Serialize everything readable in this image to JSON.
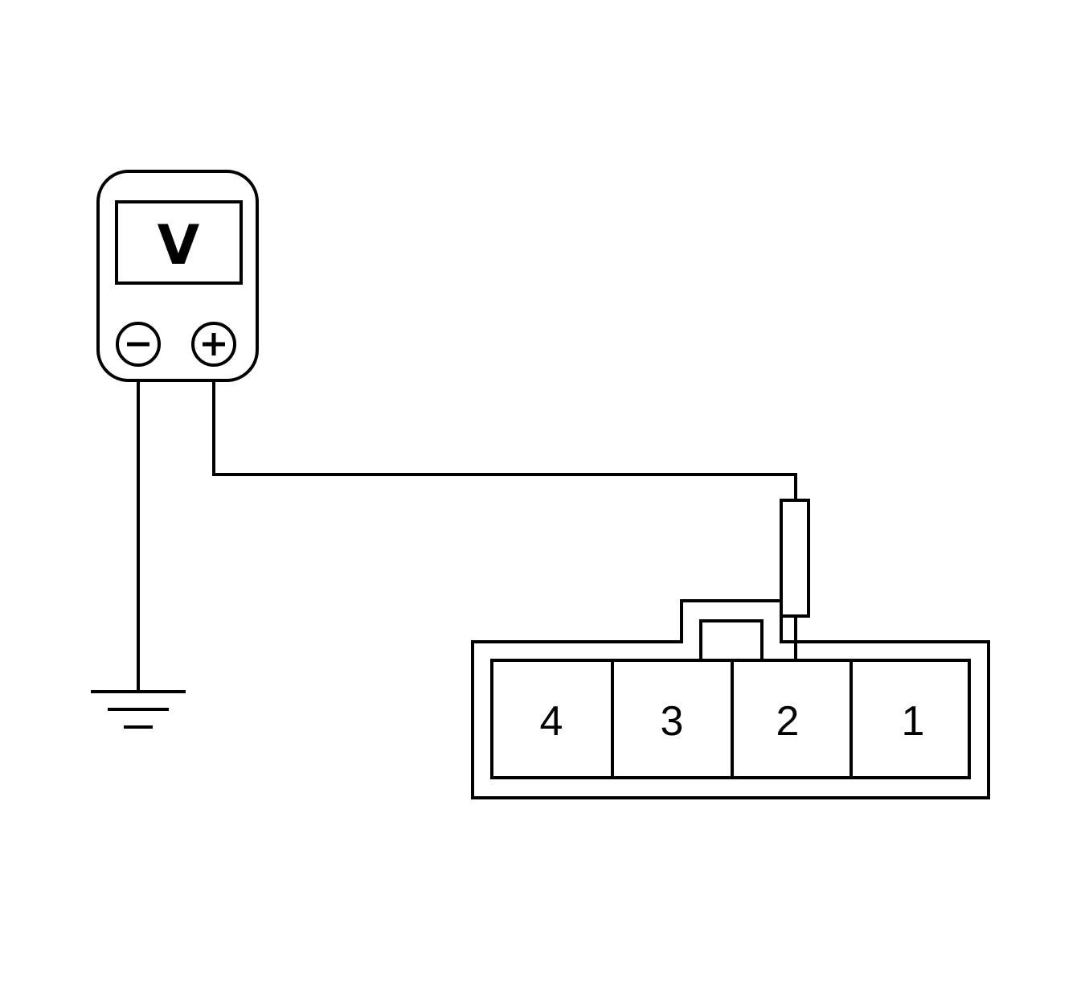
{
  "meter": {
    "display_label": "V",
    "negative_icon": "minus-circle-icon",
    "positive_icon": "plus-circle-icon"
  },
  "connector": {
    "pins": [
      {
        "label": "4"
      },
      {
        "label": "3"
      },
      {
        "label": "2"
      },
      {
        "label": "1"
      }
    ]
  },
  "ground_icon": "ground-symbol-icon",
  "colors": {
    "line": "#000000",
    "background": "#ffffff"
  }
}
